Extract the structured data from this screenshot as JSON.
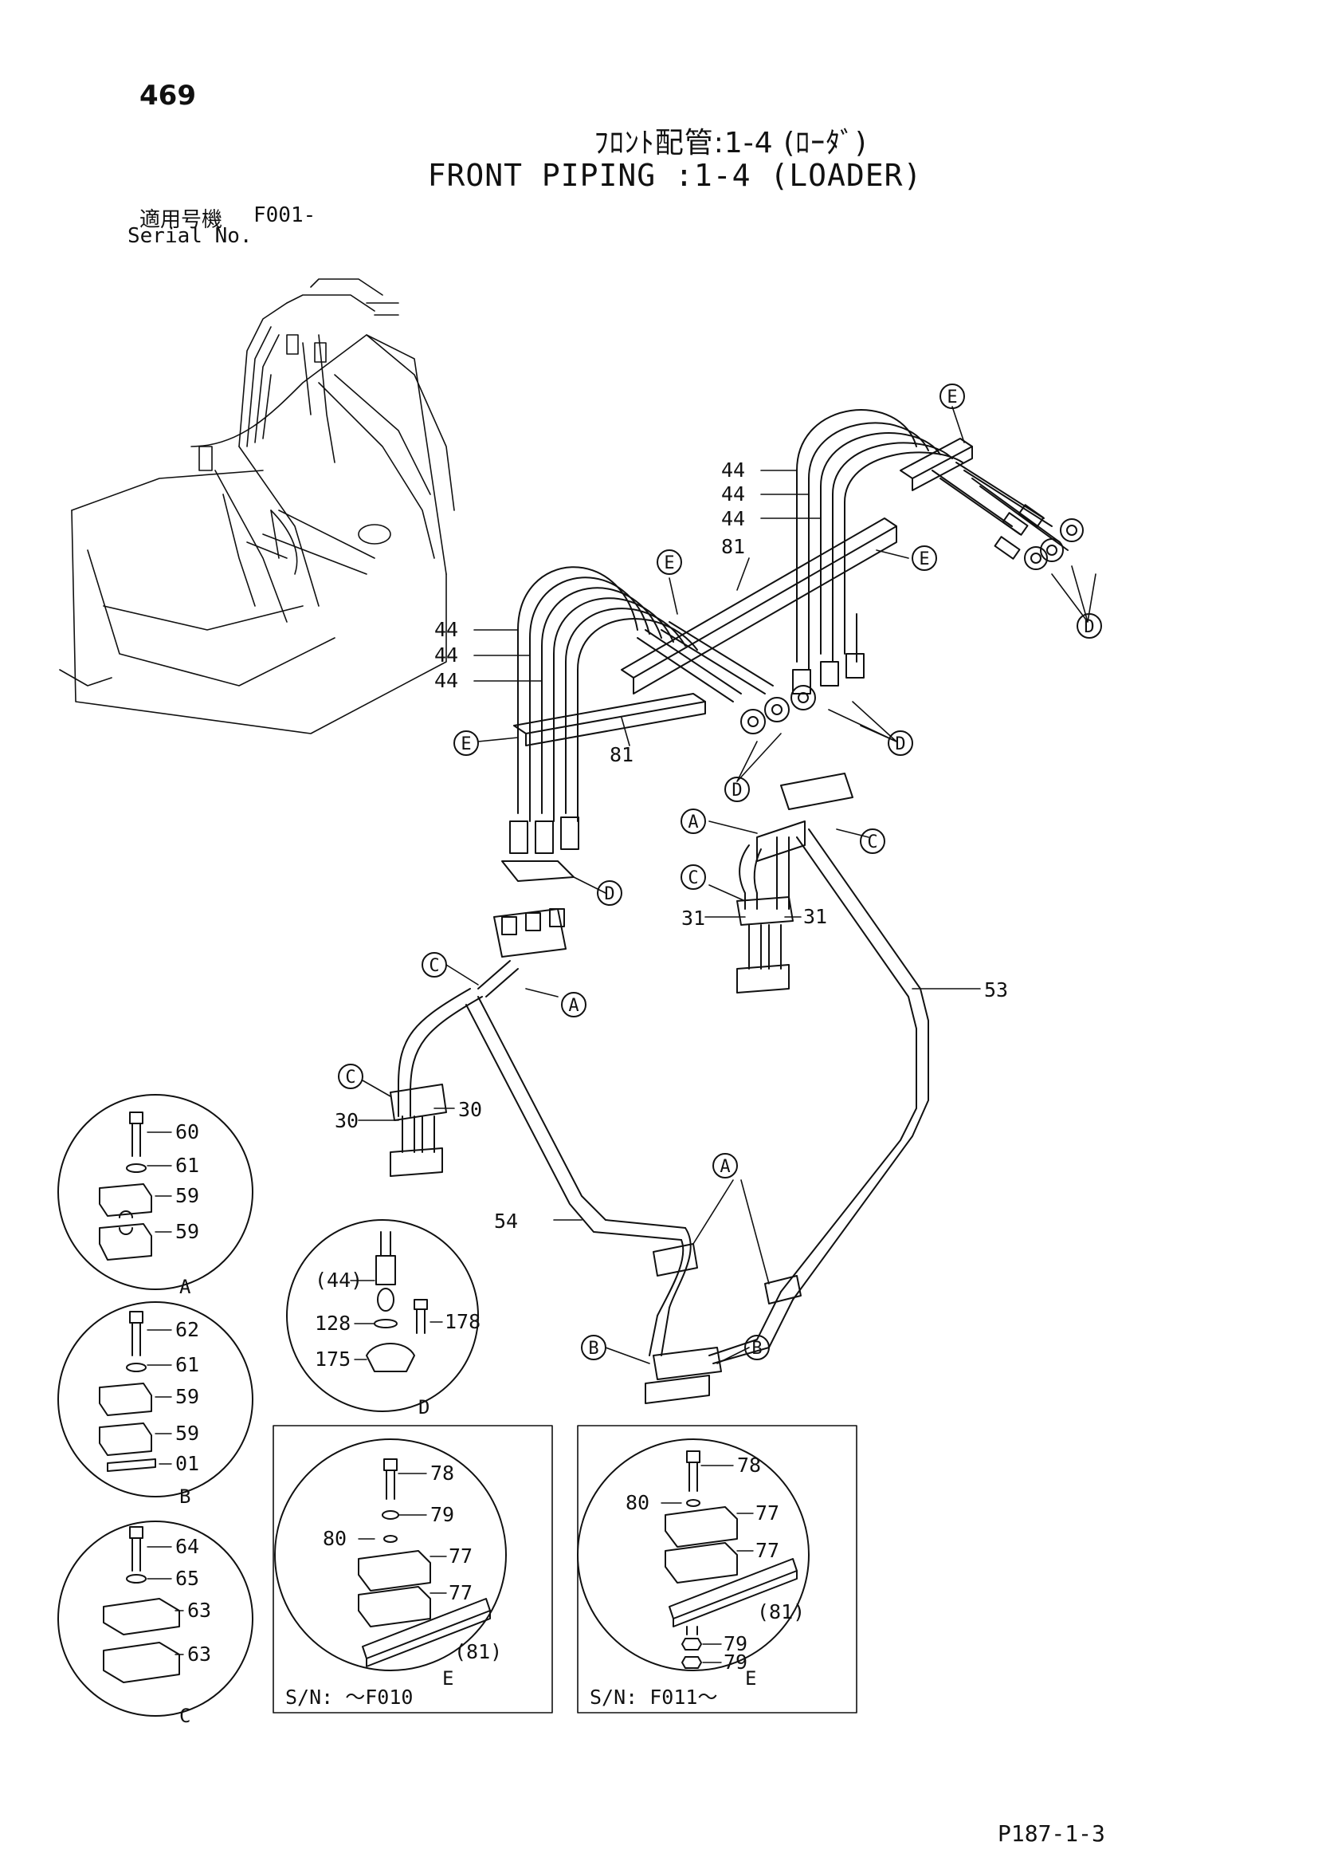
{
  "header": {
    "page_number": "469",
    "title_jp": "ﾌﾛﾝﾄ配管:1-4 (ﾛｰﾀﾞ)",
    "title_en": "FRONT PIPING :1-4 (LOADER)",
    "serial_label_jp": "適用号機",
    "serial_code": "F001-",
    "serial_label_en": "Serial No."
  },
  "main_callouts": {
    "hose_44": [
      "44",
      "44",
      "44",
      "44",
      "44",
      "44"
    ],
    "bracket_81": [
      "81",
      "81"
    ],
    "pipe_53": "53",
    "pipe_54": "54",
    "pipe_30": [
      "30",
      "30"
    ],
    "pipe_31": [
      "31",
      "31"
    ],
    "detail_refs": [
      "E",
      "E",
      "E",
      "E",
      "D",
      "D",
      "D",
      "A",
      "C",
      "C",
      "A",
      "C",
      "D",
      "C",
      "A",
      "B",
      "B"
    ]
  },
  "detail_A": {
    "letter": "A",
    "parts": [
      "60",
      "61",
      "59",
      "59"
    ]
  },
  "detail_B": {
    "letter": "B",
    "parts": [
      "62",
      "61",
      "59",
      "59",
      "01"
    ]
  },
  "detail_C": {
    "letter": "C",
    "parts": [
      "64",
      "65",
      "63",
      "63"
    ]
  },
  "detail_D": {
    "letter": "D",
    "parts": [
      "(44)",
      "128",
      "175",
      "178"
    ]
  },
  "detail_E1": {
    "letter": "E",
    "parts": [
      "78",
      "79",
      "80",
      "77",
      "77",
      "(81)"
    ],
    "serial": "S/N: ～F010"
  },
  "detail_E2": {
    "letter": "E",
    "parts": [
      "78",
      "80",
      "77",
      "77",
      "(81)",
      "79",
      "79"
    ],
    "serial": "S/N: F011～"
  },
  "footer": {
    "code": "P187-1-3"
  }
}
